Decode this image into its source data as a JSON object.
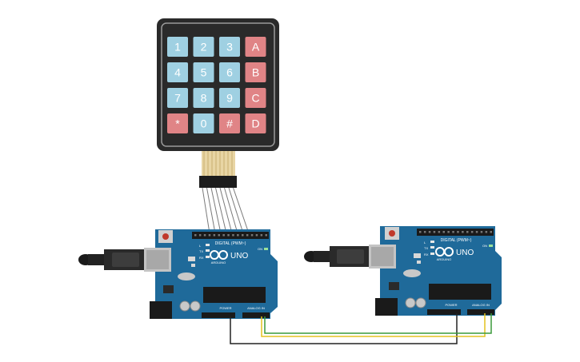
{
  "keypad": {
    "rows": [
      [
        {
          "label": "1",
          "kind": "num"
        },
        {
          "label": "2",
          "kind": "num"
        },
        {
          "label": "3",
          "kind": "num"
        },
        {
          "label": "A",
          "kind": "letter"
        }
      ],
      [
        {
          "label": "4",
          "kind": "num"
        },
        {
          "label": "5",
          "kind": "num"
        },
        {
          "label": "6",
          "kind": "num"
        },
        {
          "label": "B",
          "kind": "letter"
        }
      ],
      [
        {
          "label": "7",
          "kind": "num"
        },
        {
          "label": "8",
          "kind": "num"
        },
        {
          "label": "9",
          "kind": "num"
        },
        {
          "label": "C",
          "kind": "letter"
        }
      ],
      [
        {
          "label": "*",
          "kind": "letter"
        },
        {
          "label": "0",
          "kind": "num"
        },
        {
          "label": "#",
          "kind": "letter"
        },
        {
          "label": "D",
          "kind": "letter"
        }
      ]
    ]
  },
  "boards": [
    {
      "logo": "UNO",
      "brand": "ARDUINO",
      "digital_header": "DIGITAL (PWM~)",
      "power_label": "POWER",
      "analog_label": "ANALOG IN",
      "tx": "TX",
      "rx": "RX",
      "l": "L",
      "on": "ON"
    },
    {
      "logo": "UNO",
      "brand": "ARDUINO",
      "digital_header": "DIGITAL (PWM~)",
      "power_label": "POWER",
      "analog_label": "ANALOG IN",
      "tx": "TX",
      "rx": "RX",
      "l": "L",
      "on": "ON"
    }
  ],
  "colors": {
    "board": "#1f6a9a",
    "key_num": "#9fd0e2",
    "key_letter": "#e08486",
    "keypad_body": "#2a2a2a",
    "wire_ground": "#222222",
    "wire_green": "#3a9a3a",
    "wire_yellow": "#e3c21e"
  }
}
